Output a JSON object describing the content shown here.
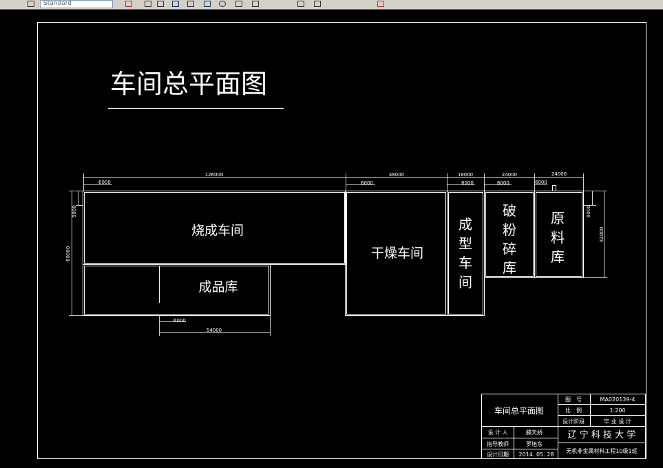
{
  "toolbar": {
    "text_style": "Standard",
    "icons": [
      "pencil-icon",
      "orbit-icon",
      "dimension-icon",
      "layer-icon",
      "tile-icon",
      "pan-icon",
      "circle-icon",
      "grid-icon",
      "measure-icon",
      "line-icon",
      "line2-icon",
      "rect-icon",
      "rect2-icon",
      "pin-icon",
      "bar-icon",
      "color-icon"
    ]
  },
  "drawing": {
    "title": "车间总平面图",
    "rooms": {
      "firing": "烧成车间",
      "finished": "成品库",
      "drying": "干燥车间",
      "forming": [
        "成",
        "型",
        "车",
        "间"
      ],
      "crushing": [
        "破",
        "粉",
        "碎",
        "库"
      ],
      "raw": [
        "原",
        "料",
        "库"
      ]
    },
    "dims": {
      "top": [
        "126000",
        "48000",
        "18000",
        "24000",
        "24000"
      ],
      "top_small": [
        "6000",
        "6000",
        "6000",
        "6000",
        "6000"
      ],
      "left_total": "60000",
      "left_small": "9000",
      "right_total": "42000",
      "right_small": "9000",
      "bottom_total": "54000",
      "bottom_small": "6000"
    }
  },
  "title_block": {
    "title": "车间总平面图",
    "drawing_no_label": "图　号",
    "drawing_no": "MA020139-4",
    "scale_label": "比　例",
    "scale": "1:200",
    "stage_label": "设计阶段",
    "stage": "毕 业 设 计",
    "school": "辽 宁 科 技 大 学",
    "class": "无机非金属材料工程10级1班",
    "designer_label": "设 计 人",
    "designer": "滕天娇",
    "advisor_label": "指导教师",
    "advisor": "罗旭东",
    "date_label": "设计日期",
    "date": "2014. 05. 28"
  }
}
